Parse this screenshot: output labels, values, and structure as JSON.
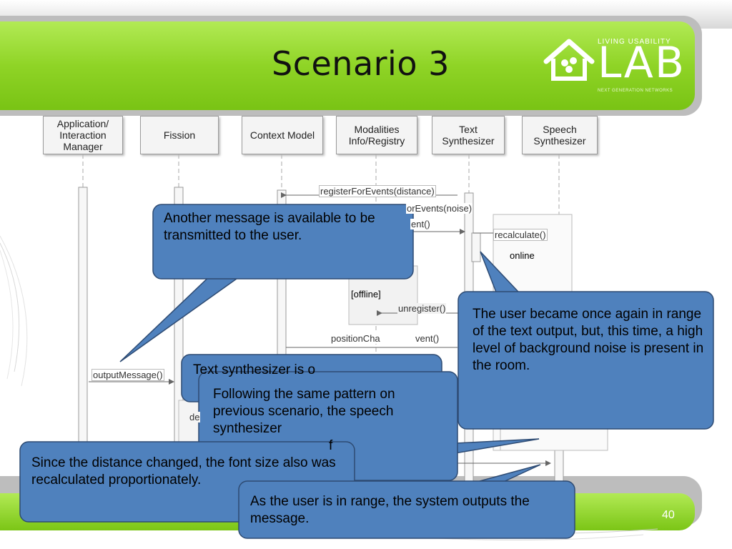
{
  "slide": {
    "title": "Scenario 3",
    "page_number": "40"
  },
  "logo": {
    "top_text": "LIVING USABILITY",
    "big_text": "LAB",
    "bottom_text": "NEXT GENERATION NETWORKS"
  },
  "colors": {
    "header_green": "#8fd426",
    "callout_fill": "#4f81bd",
    "callout_border": "#2e4b73"
  },
  "lifelines": [
    "Application/\nInteraction\nManager",
    "Fission",
    "Context Model",
    "Modalities\nInfo/Registry",
    "Text\nSynthesizer",
    "Speech\nSynthesizer"
  ],
  "messages": {
    "register_distance": "registerForEvents(distance)",
    "register_noise": "orEvents(noise)",
    "event": "ent()",
    "recalculate": "recalculate()",
    "online": "online",
    "offline": "[offline]",
    "unregister": "unregister()",
    "position_changed": "positionCha",
    "position_changed_tail": "vent()",
    "output_message": "outputMessage()",
    "de": "de"
  },
  "callouts": {
    "another_message": "Another message is available to be transmitted to the user.",
    "user_in_range": "The user became once again in range of the text output, but, this time, a high level of background noise is present in the room.",
    "text_synth": "Text synthesizer is o",
    "same_pattern": "Following the same pattern on previous scenario, the speech synthesizer",
    "same_pattern_tail": "f",
    "distance_changed": "Since the distance changed, the font size also was recalculated proportionately.",
    "user_outputs": "As the user is in range, the system outputs the message."
  }
}
